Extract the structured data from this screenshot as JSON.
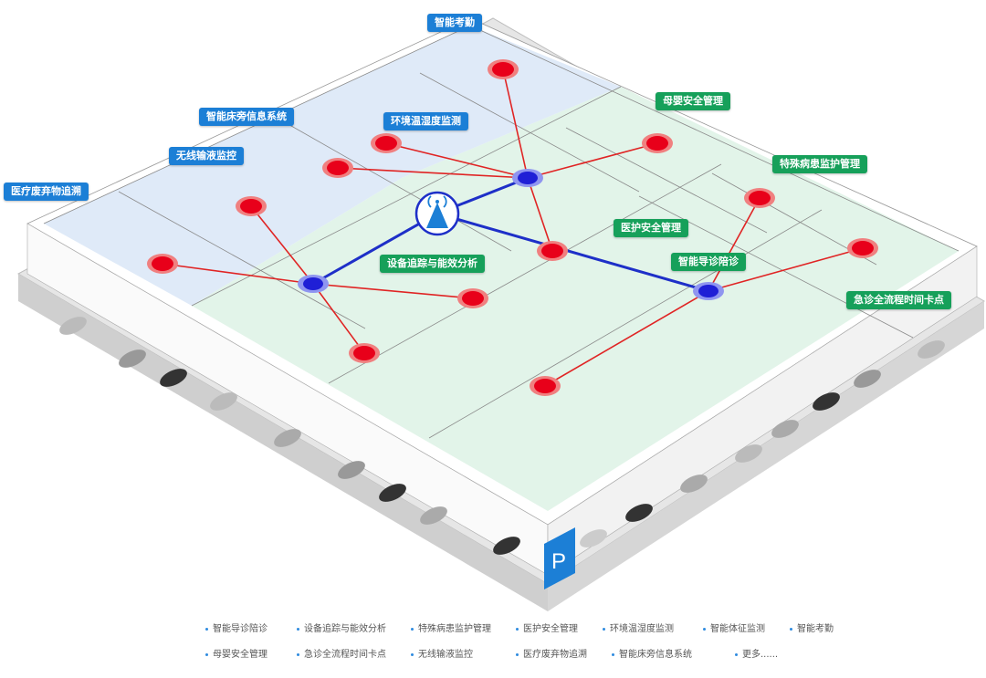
{
  "diagram": {
    "title": "智慧医院物联网定位与应用场景示意",
    "colors": {
      "label_blue": "#1c7fd6",
      "label_green": "#16a05a",
      "node_red": "#e8001a",
      "hub_blue": "#1f1fd6",
      "link_red": "#e02424",
      "link_blue": "#1e2fc8",
      "zone_blue": "#dbe8f7",
      "zone_green": "#dff3e7",
      "parking_sign": "#1c7fd6"
    },
    "base_station": {
      "icon": "wireless-tower-icon"
    },
    "parking_sign": {
      "text": "P"
    },
    "labels": [
      {
        "id": "attendance",
        "text": "智能考勤",
        "style": "blue"
      },
      {
        "id": "bedside",
        "text": "智能床旁信息系统",
        "style": "blue"
      },
      {
        "id": "env",
        "text": "环境温湿度监测",
        "style": "blue"
      },
      {
        "id": "infusion",
        "text": "无线输液监控",
        "style": "blue"
      },
      {
        "id": "waste",
        "text": "医疗废弃物追溯",
        "style": "blue"
      },
      {
        "id": "maternal",
        "text": "母婴安全管理",
        "style": "green"
      },
      {
        "id": "special",
        "text": "特殊病患监护管理",
        "style": "green"
      },
      {
        "id": "staff",
        "text": "医护安全管理",
        "style": "green"
      },
      {
        "id": "guide",
        "text": "智能导诊陪诊",
        "style": "green"
      },
      {
        "id": "equipment",
        "text": "设备追踪与能效分析",
        "style": "green"
      },
      {
        "id": "emergency",
        "text": "急诊全流程时间卡点",
        "style": "green"
      }
    ],
    "legend": [
      "智能导诊陪诊",
      "设备追踪与能效分析",
      "特殊病患监护管理",
      "医护安全管理",
      "环境温湿度监测",
      "智能体征监测",
      "智能考勤",
      "母婴安全管理",
      "急诊全流程时间卡点",
      "无线输液监控",
      "医疗废弃物追溯",
      "智能床旁信息系统",
      "更多......"
    ]
  }
}
